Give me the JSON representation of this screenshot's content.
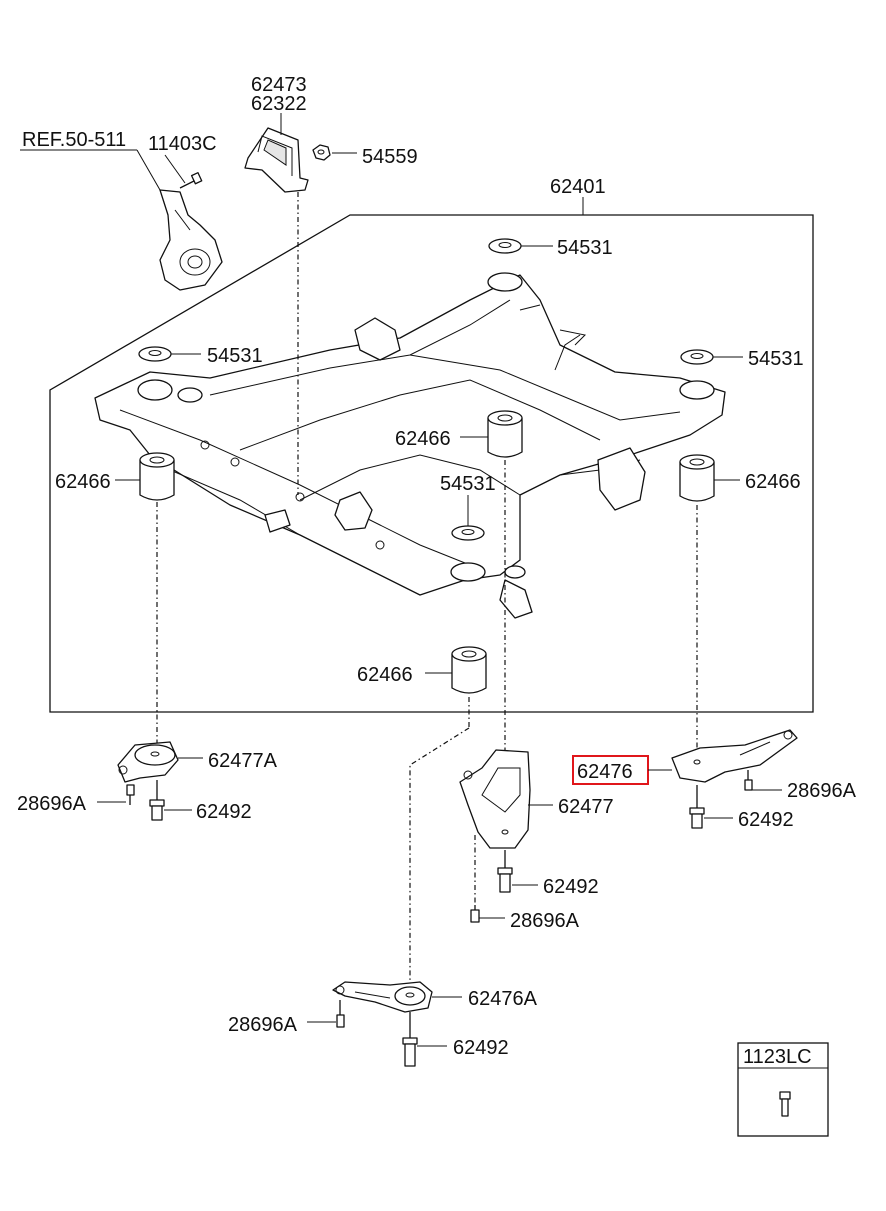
{
  "labels": {
    "p62473": "62473",
    "p62322": "62322",
    "ref": "REF.50-511",
    "p11403C": "11403C",
    "p54559": "54559",
    "p62401": "62401",
    "p54531_a": "54531",
    "p54531_b": "54531",
    "p54531_c": "54531",
    "p54531_d": "54531",
    "p62466_a": "62466",
    "p62466_b": "62466",
    "p62466_c": "62466",
    "p62466_d": "62466",
    "p62477A": "62477A",
    "p28696A_a": "28696A",
    "p62492_a": "62492",
    "p62476": "62476",
    "p28696A_b": "28696A",
    "p62492_b": "62492",
    "p62477": "62477",
    "p62492_c": "62492",
    "p28696A_c": "28696A",
    "p62476A": "62476A",
    "p28696A_d": "28696A",
    "p62492_d": "62492",
    "p1123LC": "1123LC"
  },
  "highlight_color": "#e0161b"
}
